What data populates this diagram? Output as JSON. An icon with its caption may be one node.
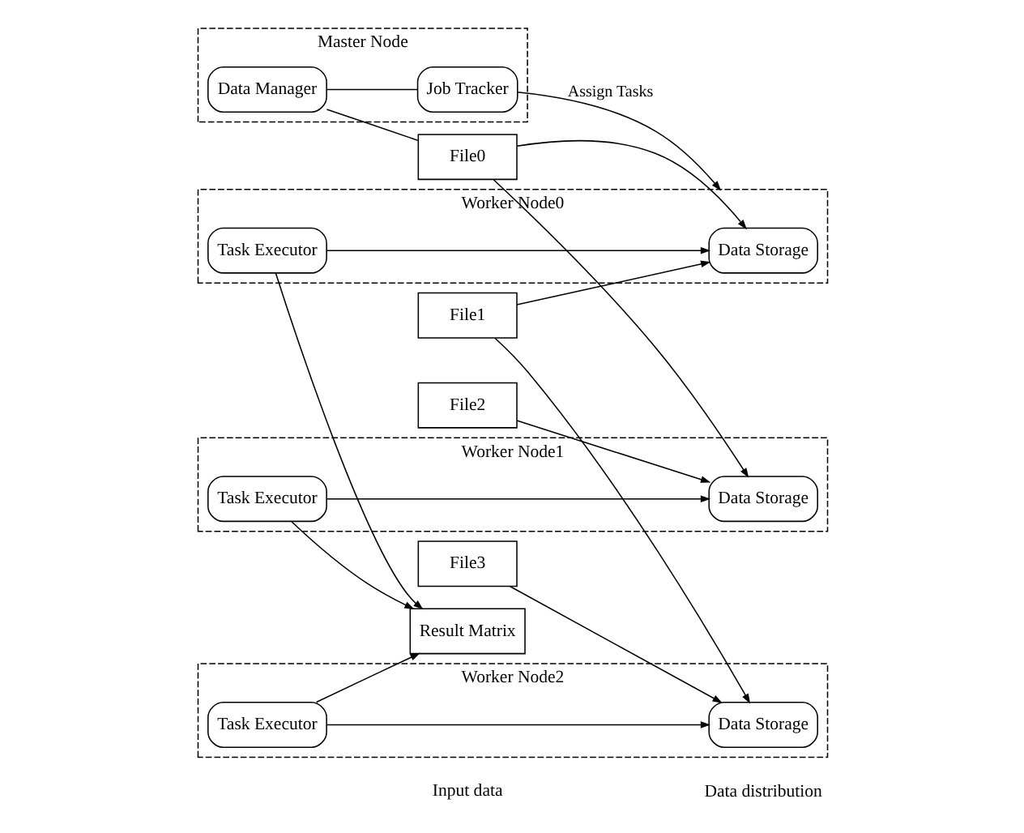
{
  "diagram": {
    "nodes": [
      {
        "text": [
          "Master Node"
        ]
      },
      {
        "text": [
          "Data Manager"
        ],
        "in": 0
      },
      {
        "text": [
          "Job Tracker"
        ],
        "in": 0
      },
      {
        "text": [
          "File0"
        ]
      },
      {
        "text": [
          "File1"
        ]
      },
      {
        "text": [
          "File2"
        ]
      },
      {
        "text": [
          "File3"
        ]
      },
      {
        "text": [
          "Worker Node0"
        ]
      },
      {
        "text": [
          "Data Storage"
        ],
        "in": 7
      },
      {
        "text": [
          "Task Executor"
        ],
        "in": 7
      },
      {
        "text": [
          "Worker Node1"
        ]
      },
      {
        "text": [
          "Data Storage"
        ],
        "in": 10
      },
      {
        "text": [
          "Task Executor"
        ],
        "in": 10
      },
      {
        "text": [
          "Worker Node2"
        ]
      },
      {
        "text": [
          "Data Storage"
        ],
        "in": 13
      },
      {
        "text": [
          "Task Executor"
        ],
        "in": 13
      },
      {
        "text": [
          "Result Matrix"
        ]
      }
    ],
    "edges": [
      {
        "from": 1,
        "to": 2,
        "arrow": "none"
      },
      {
        "from": 2,
        "to": 7,
        "arrow": "to",
        "label": "Assign Tasks"
      },
      {
        "from": 1,
        "to": 3,
        "arrow": "none"
      },
      {
        "from": 3,
        "to": 8,
        "arrow": "to"
      },
      {
        "from": 4,
        "to": 8,
        "arrow": "to"
      },
      {
        "from": 3,
        "to": 11,
        "arrow": "to"
      },
      {
        "from": 5,
        "to": 11,
        "arrow": "to"
      },
      {
        "from": 4,
        "to": 14,
        "arrow": "to"
      },
      {
        "from": 6,
        "to": 14,
        "arrow": "to"
      },
      {
        "from": 9,
        "to": 8,
        "arrow": "to"
      },
      {
        "from": 12,
        "to": 11,
        "arrow": "to"
      },
      {
        "from": 15,
        "to": 14,
        "arrow": "to"
      },
      {
        "from": 9,
        "to": 16,
        "arrow": "to"
      },
      {
        "from": 12,
        "to": 16,
        "arrow": "to"
      },
      {
        "from": 15,
        "to": 16,
        "arrow": "to"
      }
    ],
    "labels": [
      "Input data",
      "Data distribution"
    ]
  }
}
